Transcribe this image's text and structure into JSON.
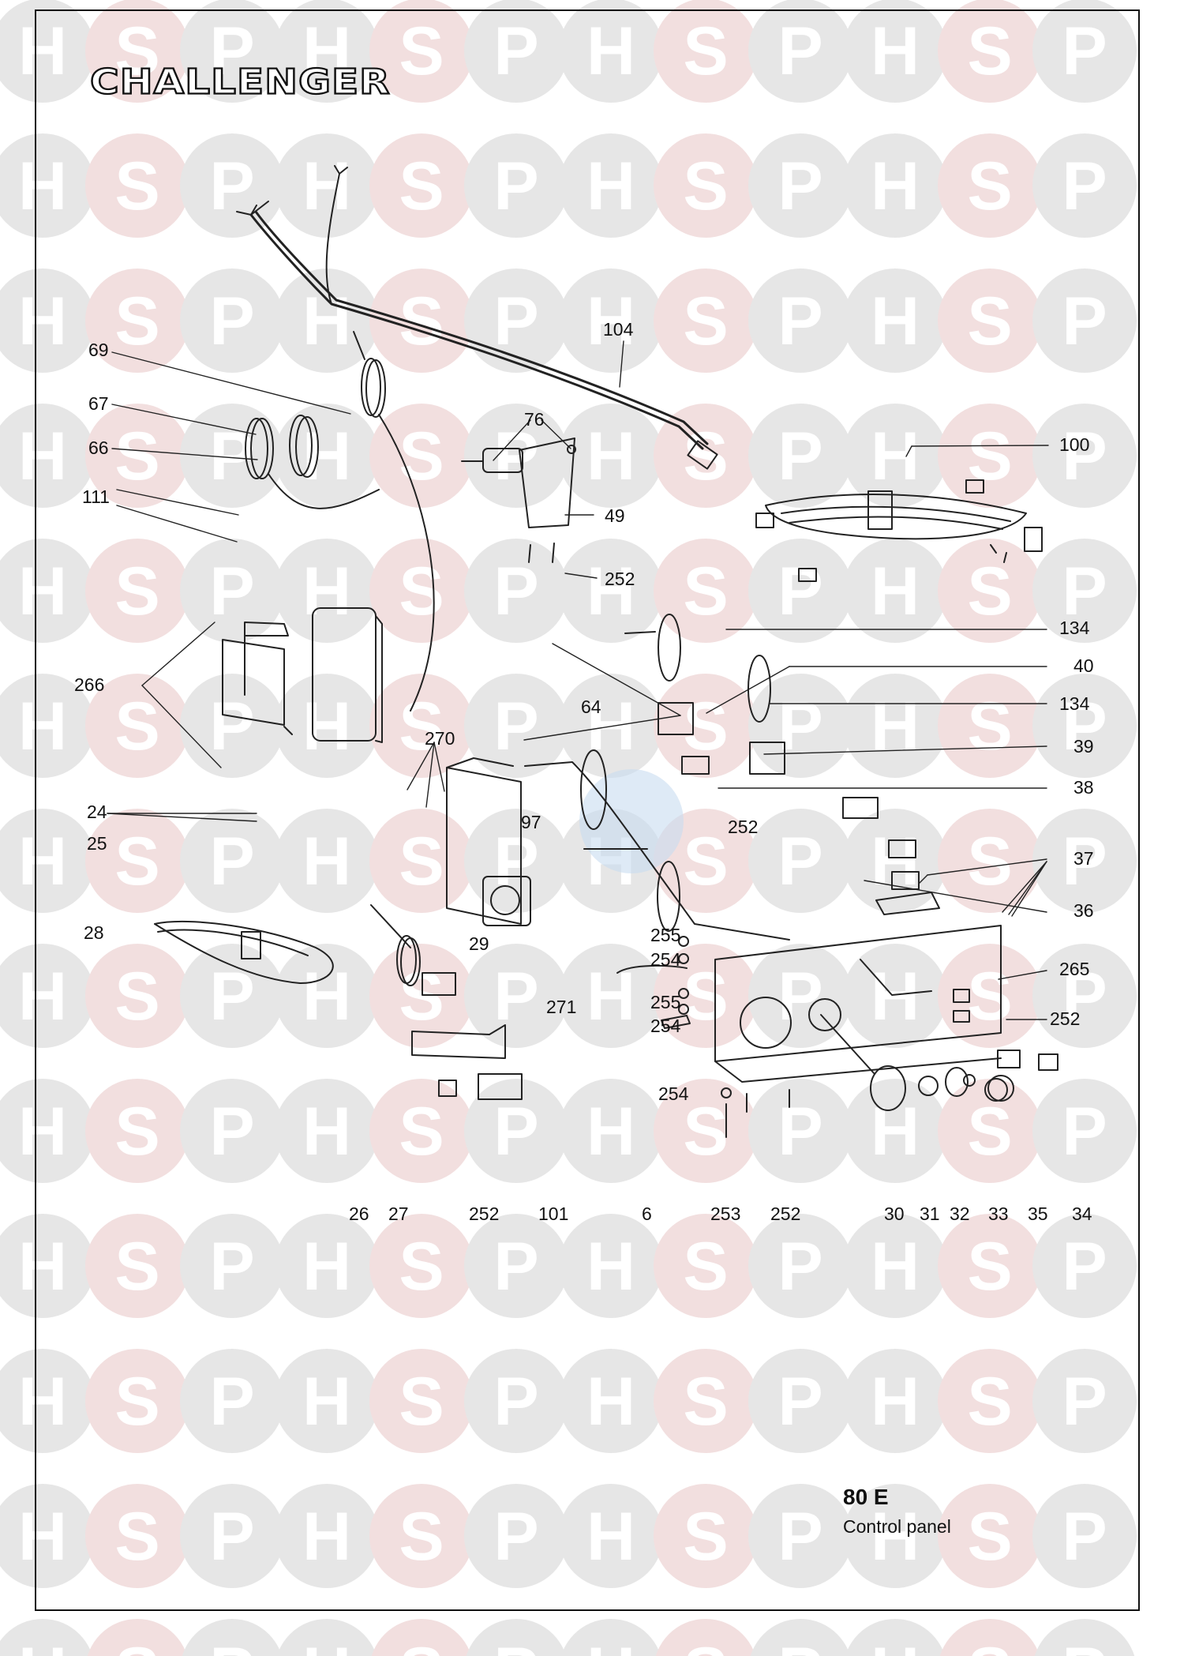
{
  "watermark": {
    "letters": [
      "H",
      "S",
      "P"
    ],
    "colors": {
      "gray": "#e6e6e6",
      "pink": "#f2dfdf",
      "blue": "#c8dcf0"
    }
  },
  "brand": {
    "logo_text": "CHALLENGER"
  },
  "title": {
    "model": "80 E",
    "caption": "Control panel"
  },
  "callouts": [
    {
      "id": "c104",
      "text": "104"
    },
    {
      "id": "c69",
      "text": "69"
    },
    {
      "id": "c67",
      "text": "67"
    },
    {
      "id": "c66",
      "text": "66"
    },
    {
      "id": "c76",
      "text": "76"
    },
    {
      "id": "c100",
      "text": "100"
    },
    {
      "id": "c111",
      "text": "111"
    },
    {
      "id": "c49",
      "text": "49"
    },
    {
      "id": "c252a",
      "text": "252"
    },
    {
      "id": "c134a",
      "text": "134"
    },
    {
      "id": "c40",
      "text": "40"
    },
    {
      "id": "c266",
      "text": "266"
    },
    {
      "id": "c64",
      "text": "64"
    },
    {
      "id": "c134b",
      "text": "134"
    },
    {
      "id": "c270",
      "text": "270"
    },
    {
      "id": "c39",
      "text": "39"
    },
    {
      "id": "c38",
      "text": "38"
    },
    {
      "id": "c24",
      "text": "24"
    },
    {
      "id": "c97",
      "text": "97"
    },
    {
      "id": "c25",
      "text": "25"
    },
    {
      "id": "c252b",
      "text": "252"
    },
    {
      "id": "c37",
      "text": "37"
    },
    {
      "id": "c28",
      "text": "28"
    },
    {
      "id": "c36",
      "text": "36"
    },
    {
      "id": "c29",
      "text": "29"
    },
    {
      "id": "c255a",
      "text": "255"
    },
    {
      "id": "c254a",
      "text": "254"
    },
    {
      "id": "c265",
      "text": "265"
    },
    {
      "id": "c271",
      "text": "271"
    },
    {
      "id": "c255b",
      "text": "255"
    },
    {
      "id": "c254b",
      "text": "254"
    },
    {
      "id": "c252c",
      "text": "252"
    },
    {
      "id": "c254c",
      "text": "254"
    },
    {
      "id": "c26",
      "text": "26"
    },
    {
      "id": "c27",
      "text": "27"
    },
    {
      "id": "c252d",
      "text": "252"
    },
    {
      "id": "c101",
      "text": "101"
    },
    {
      "id": "c6",
      "text": "6"
    },
    {
      "id": "c253",
      "text": "253"
    },
    {
      "id": "c252e",
      "text": "252"
    },
    {
      "id": "c30",
      "text": "30"
    },
    {
      "id": "c31",
      "text": "31"
    },
    {
      "id": "c32",
      "text": "32"
    },
    {
      "id": "c33",
      "text": "33"
    },
    {
      "id": "c35",
      "text": "35"
    },
    {
      "id": "c34",
      "text": "34"
    }
  ]
}
